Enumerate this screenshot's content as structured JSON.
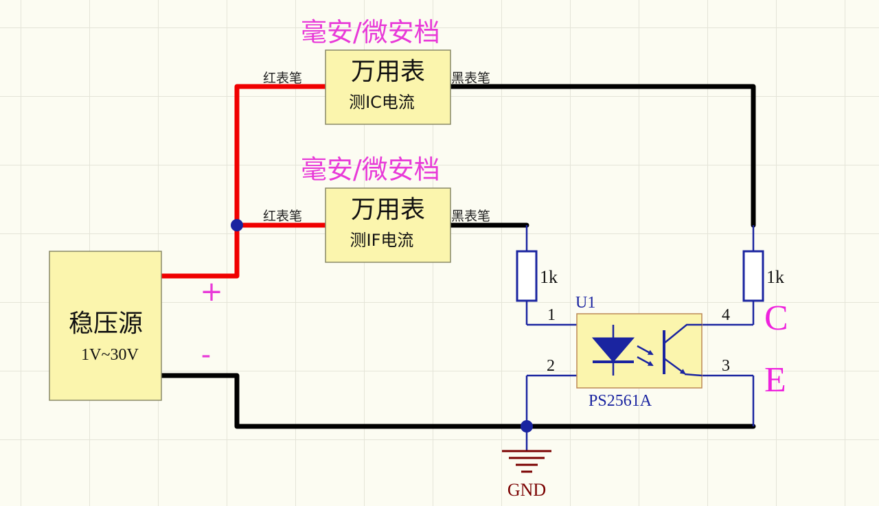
{
  "colors": {
    "positive_wire": "#f00000",
    "negative_wire": "#000000",
    "net_wire": "#1a24a0",
    "component_fill": "#fbf5ad",
    "label_magenta": "#e83ad8",
    "ground": "#7a0000"
  },
  "meter_ic": {
    "range_label": "毫安/微安档",
    "title": "万用表",
    "subtitle": "测IC电流",
    "red_probe": "红表笔",
    "black_probe": "黑表笔"
  },
  "meter_if": {
    "range_label": "毫安/微安档",
    "title": "万用表",
    "subtitle": "测IF电流",
    "red_probe": "红表笔",
    "black_probe": "黑表笔"
  },
  "power_supply": {
    "title": "稳压源",
    "range": "1V~30V",
    "plus_label": "+",
    "minus_label": "-"
  },
  "resistor_left": {
    "value": "1k"
  },
  "resistor_right": {
    "value": "1k"
  },
  "optocoupler": {
    "ref": "U1",
    "part": "PS2561A",
    "pin1": "1",
    "pin2": "2",
    "pin3": "3",
    "pin4": "4"
  },
  "terminals": {
    "collector": "C",
    "emitter": "E"
  },
  "ground": {
    "label": "GND"
  }
}
